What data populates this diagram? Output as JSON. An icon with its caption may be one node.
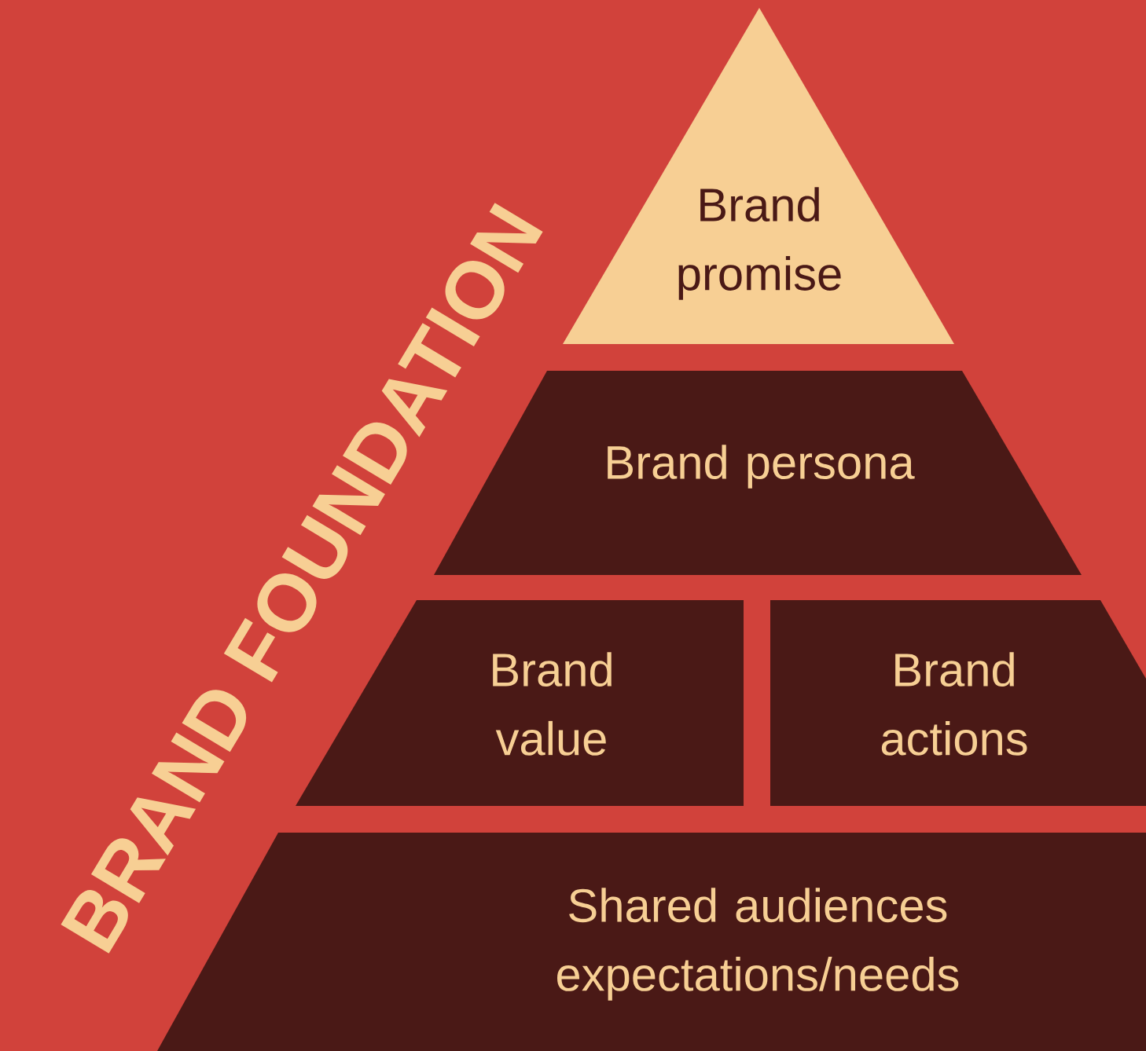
{
  "diagram": {
    "nodes": [
      {
        "text": [
          "Brand promise"
        ]
      },
      {
        "text": [
          "Brand persona"
        ]
      },
      {
        "text": [
          "Brand value"
        ]
      },
      {
        "text": [
          "Brand actions"
        ]
      },
      {
        "text": [
          "Shared audiences expectations/needs"
        ]
      }
    ],
    "labels": [
      "BRAND FOUNDATION"
    ]
  }
}
